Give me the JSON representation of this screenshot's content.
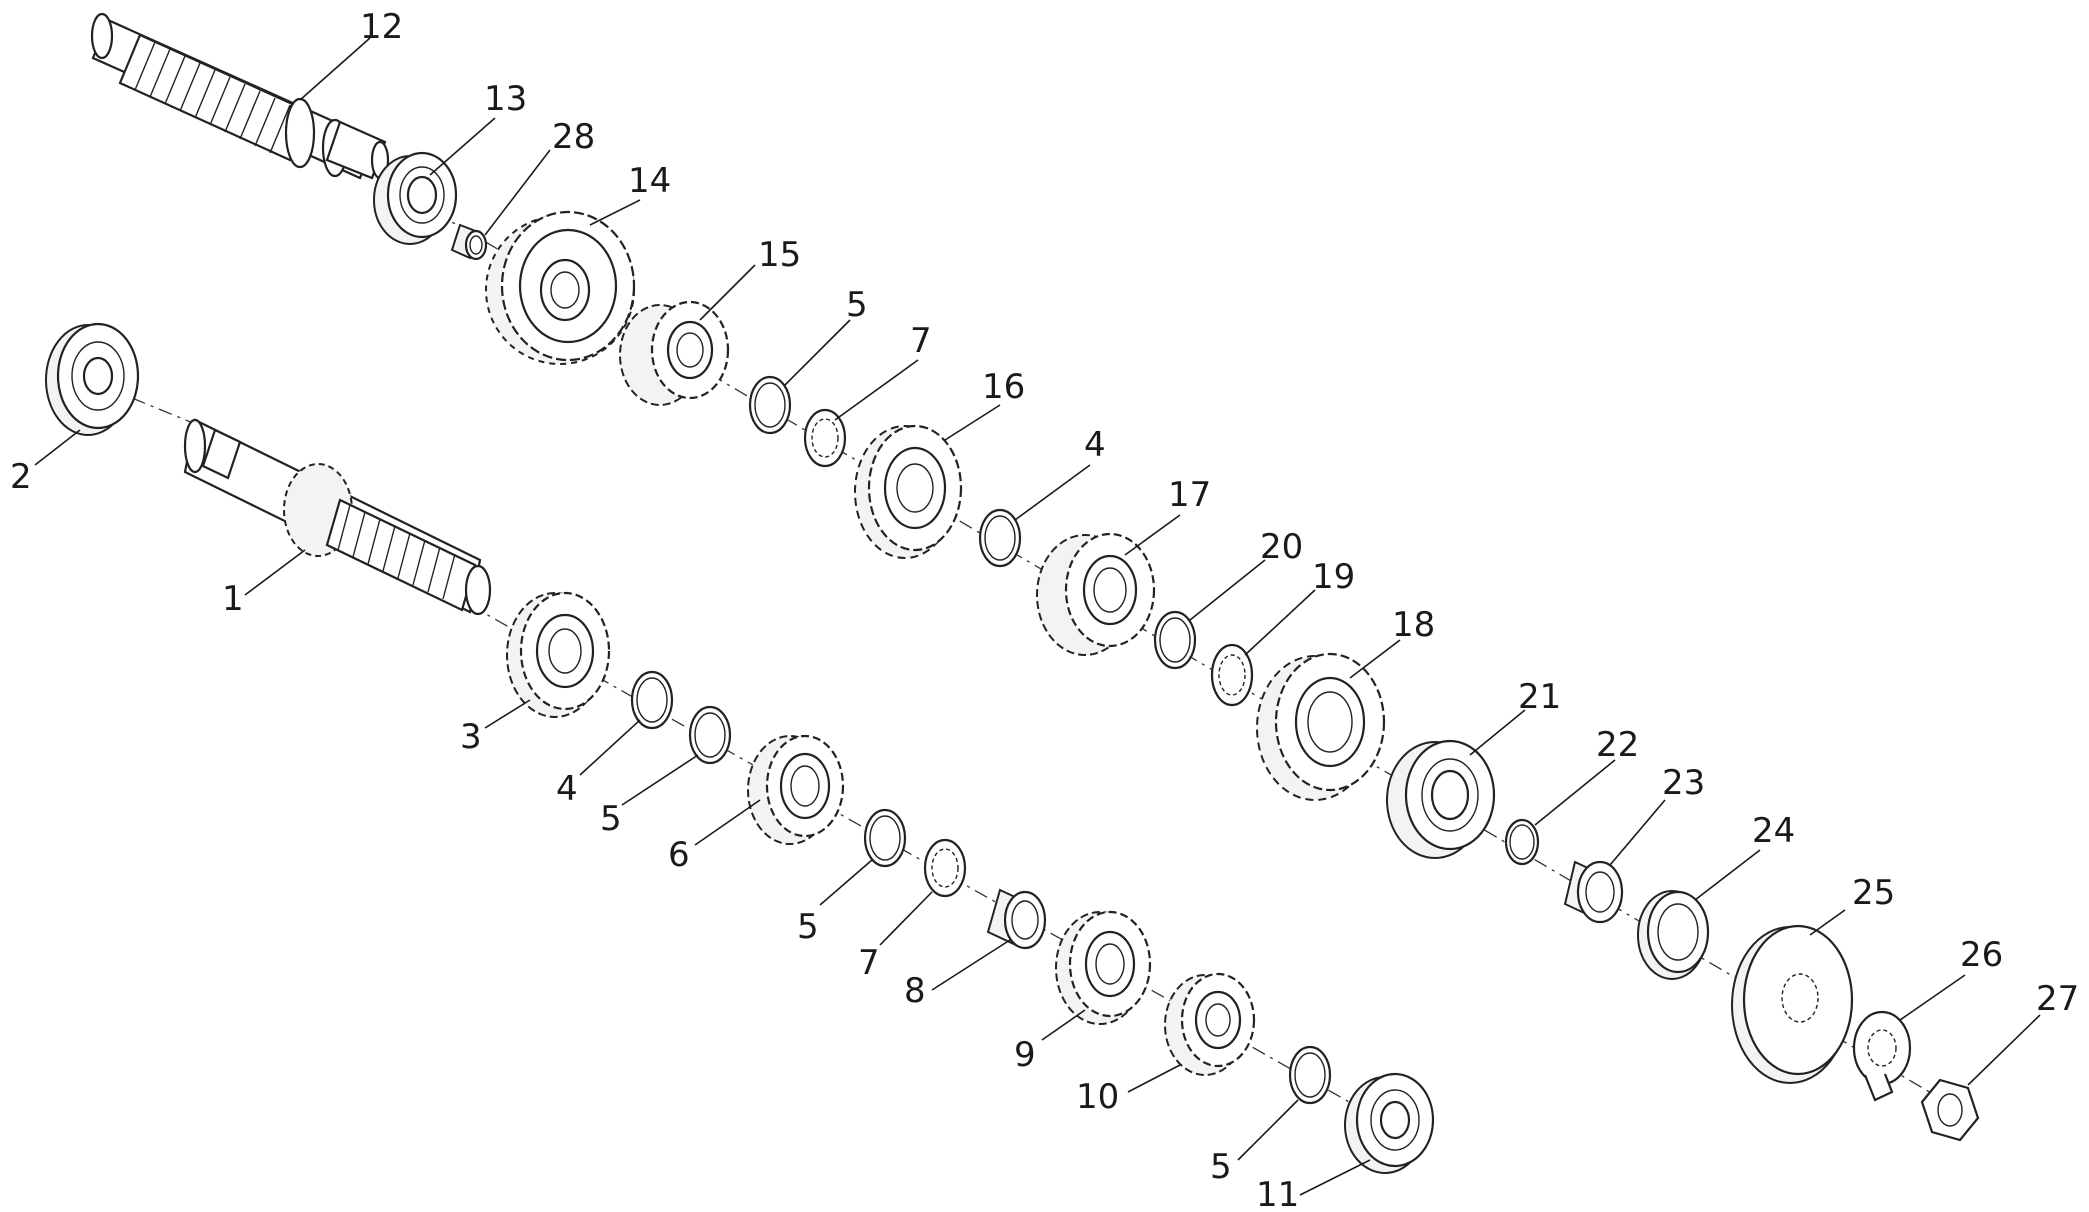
{
  "callouts": [
    {
      "id": "c12",
      "text": "12"
    },
    {
      "id": "c13",
      "text": "13"
    },
    {
      "id": "c28",
      "text": "28"
    },
    {
      "id": "c14",
      "text": "14"
    },
    {
      "id": "c15",
      "text": "15"
    },
    {
      "id": "c5a",
      "text": "5"
    },
    {
      "id": "c7a",
      "text": "7"
    },
    {
      "id": "c16",
      "text": "16"
    },
    {
      "id": "c4a",
      "text": "4"
    },
    {
      "id": "c17",
      "text": "17"
    },
    {
      "id": "c20",
      "text": "20"
    },
    {
      "id": "c19",
      "text": "19"
    },
    {
      "id": "c18",
      "text": "18"
    },
    {
      "id": "c21",
      "text": "21"
    },
    {
      "id": "c22",
      "text": "22"
    },
    {
      "id": "c23",
      "text": "23"
    },
    {
      "id": "c24",
      "text": "24"
    },
    {
      "id": "c25",
      "text": "25"
    },
    {
      "id": "c26",
      "text": "26"
    },
    {
      "id": "c27",
      "text": "27"
    },
    {
      "id": "c2",
      "text": "2"
    },
    {
      "id": "c1",
      "text": "1"
    },
    {
      "id": "c3",
      "text": "3"
    },
    {
      "id": "c4b",
      "text": "4"
    },
    {
      "id": "c5b",
      "text": "5"
    },
    {
      "id": "c6",
      "text": "6"
    },
    {
      "id": "c5c",
      "text": "5"
    },
    {
      "id": "c7b",
      "text": "7"
    },
    {
      "id": "c8",
      "text": "8"
    },
    {
      "id": "c9",
      "text": "9"
    },
    {
      "id": "c10",
      "text": "10"
    },
    {
      "id": "c5d",
      "text": "5"
    },
    {
      "id": "c11",
      "text": "11"
    }
  ],
  "parts": [
    {
      "id": "p12",
      "kind": "shaft-upper"
    },
    {
      "id": "p13",
      "kind": "bearing"
    },
    {
      "id": "p28",
      "kind": "bushing"
    },
    {
      "id": "p14",
      "kind": "gear-large"
    },
    {
      "id": "p15",
      "kind": "gear-dog"
    },
    {
      "id": "p5a",
      "kind": "circlip"
    },
    {
      "id": "p7a",
      "kind": "splined-washer"
    },
    {
      "id": "p16",
      "kind": "gear"
    },
    {
      "id": "p4a",
      "kind": "thrust-washer"
    },
    {
      "id": "p17",
      "kind": "gear-dog"
    },
    {
      "id": "p20",
      "kind": "circlip"
    },
    {
      "id": "p19",
      "kind": "splined-washer"
    },
    {
      "id": "p18",
      "kind": "gear-large"
    },
    {
      "id": "p21",
      "kind": "bearing"
    },
    {
      "id": "p22",
      "kind": "circlip"
    },
    {
      "id": "p23",
      "kind": "bushing"
    },
    {
      "id": "p24",
      "kind": "seal"
    },
    {
      "id": "p25",
      "kind": "sprocket-plate"
    },
    {
      "id": "p26",
      "kind": "lock-washer"
    },
    {
      "id": "p27",
      "kind": "nut"
    },
    {
      "id": "p2",
      "kind": "bearing"
    },
    {
      "id": "p1",
      "kind": "shaft-lower"
    },
    {
      "id": "p3",
      "kind": "gear"
    },
    {
      "id": "p4b",
      "kind": "thrust-washer"
    },
    {
      "id": "p5b",
      "kind": "circlip"
    },
    {
      "id": "p6",
      "kind": "gear-dog"
    },
    {
      "id": "p5c",
      "kind": "circlip"
    },
    {
      "id": "p7b",
      "kind": "splined-washer"
    },
    {
      "id": "p8",
      "kind": "needle-bearing"
    },
    {
      "id": "p9",
      "kind": "gear"
    },
    {
      "id": "p10",
      "kind": "gear-dog"
    },
    {
      "id": "p5d",
      "kind": "circlip"
    },
    {
      "id": "p11",
      "kind": "bearing"
    }
  ],
  "colors": {
    "line": "#222222",
    "fill": "#ffffff",
    "shade": "#f3f3f3"
  }
}
